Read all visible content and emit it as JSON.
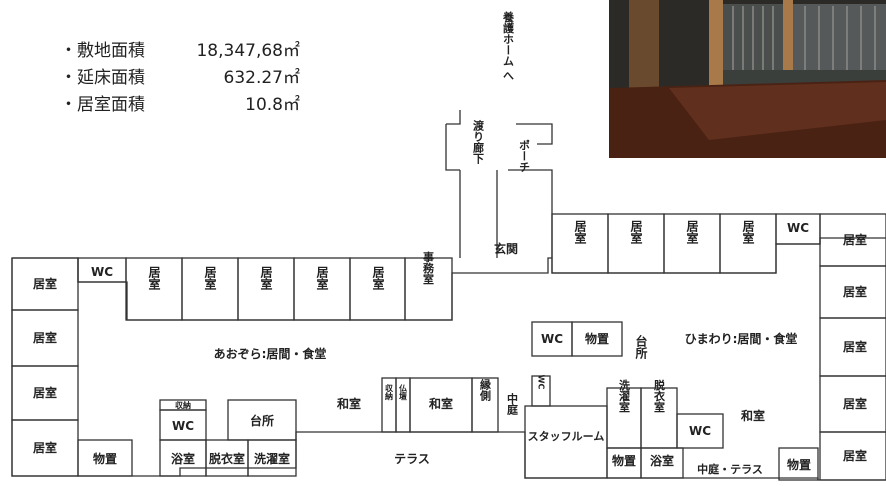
{
  "specs": [
    {
      "label": "・敷地面積",
      "value": "18,347,68㎡"
    },
    {
      "label": "・延床面積",
      "value": "632.27㎡"
    },
    {
      "label": "・居室面積",
      "value": "10.8㎡"
    }
  ],
  "plan": {
    "direction_label": "養護ホーム へ",
    "corridor": "渡り廊下",
    "porch": "ポーチ",
    "entrance": "玄関",
    "room": "居室",
    "wc": "WC",
    "storage": "物置",
    "office": "事務室",
    "aozora_living": "あおぞら:居間・食堂",
    "himawari_living": "ひまわり:居間・食堂",
    "kitchen": "台所",
    "japanese_room": "和室",
    "closet": "収納",
    "altar": "仏壇",
    "engawa": "縁側",
    "courtyard": "中庭",
    "staff_room": "スタッフルーム",
    "wc_small": "WC",
    "laundry": "洗濯室",
    "dressing": "脱衣室",
    "bath": "浴室",
    "terrace": "テラス",
    "courtyard_terrace": "中庭・テラス"
  },
  "photo": {
    "icon": "interior-photo"
  }
}
